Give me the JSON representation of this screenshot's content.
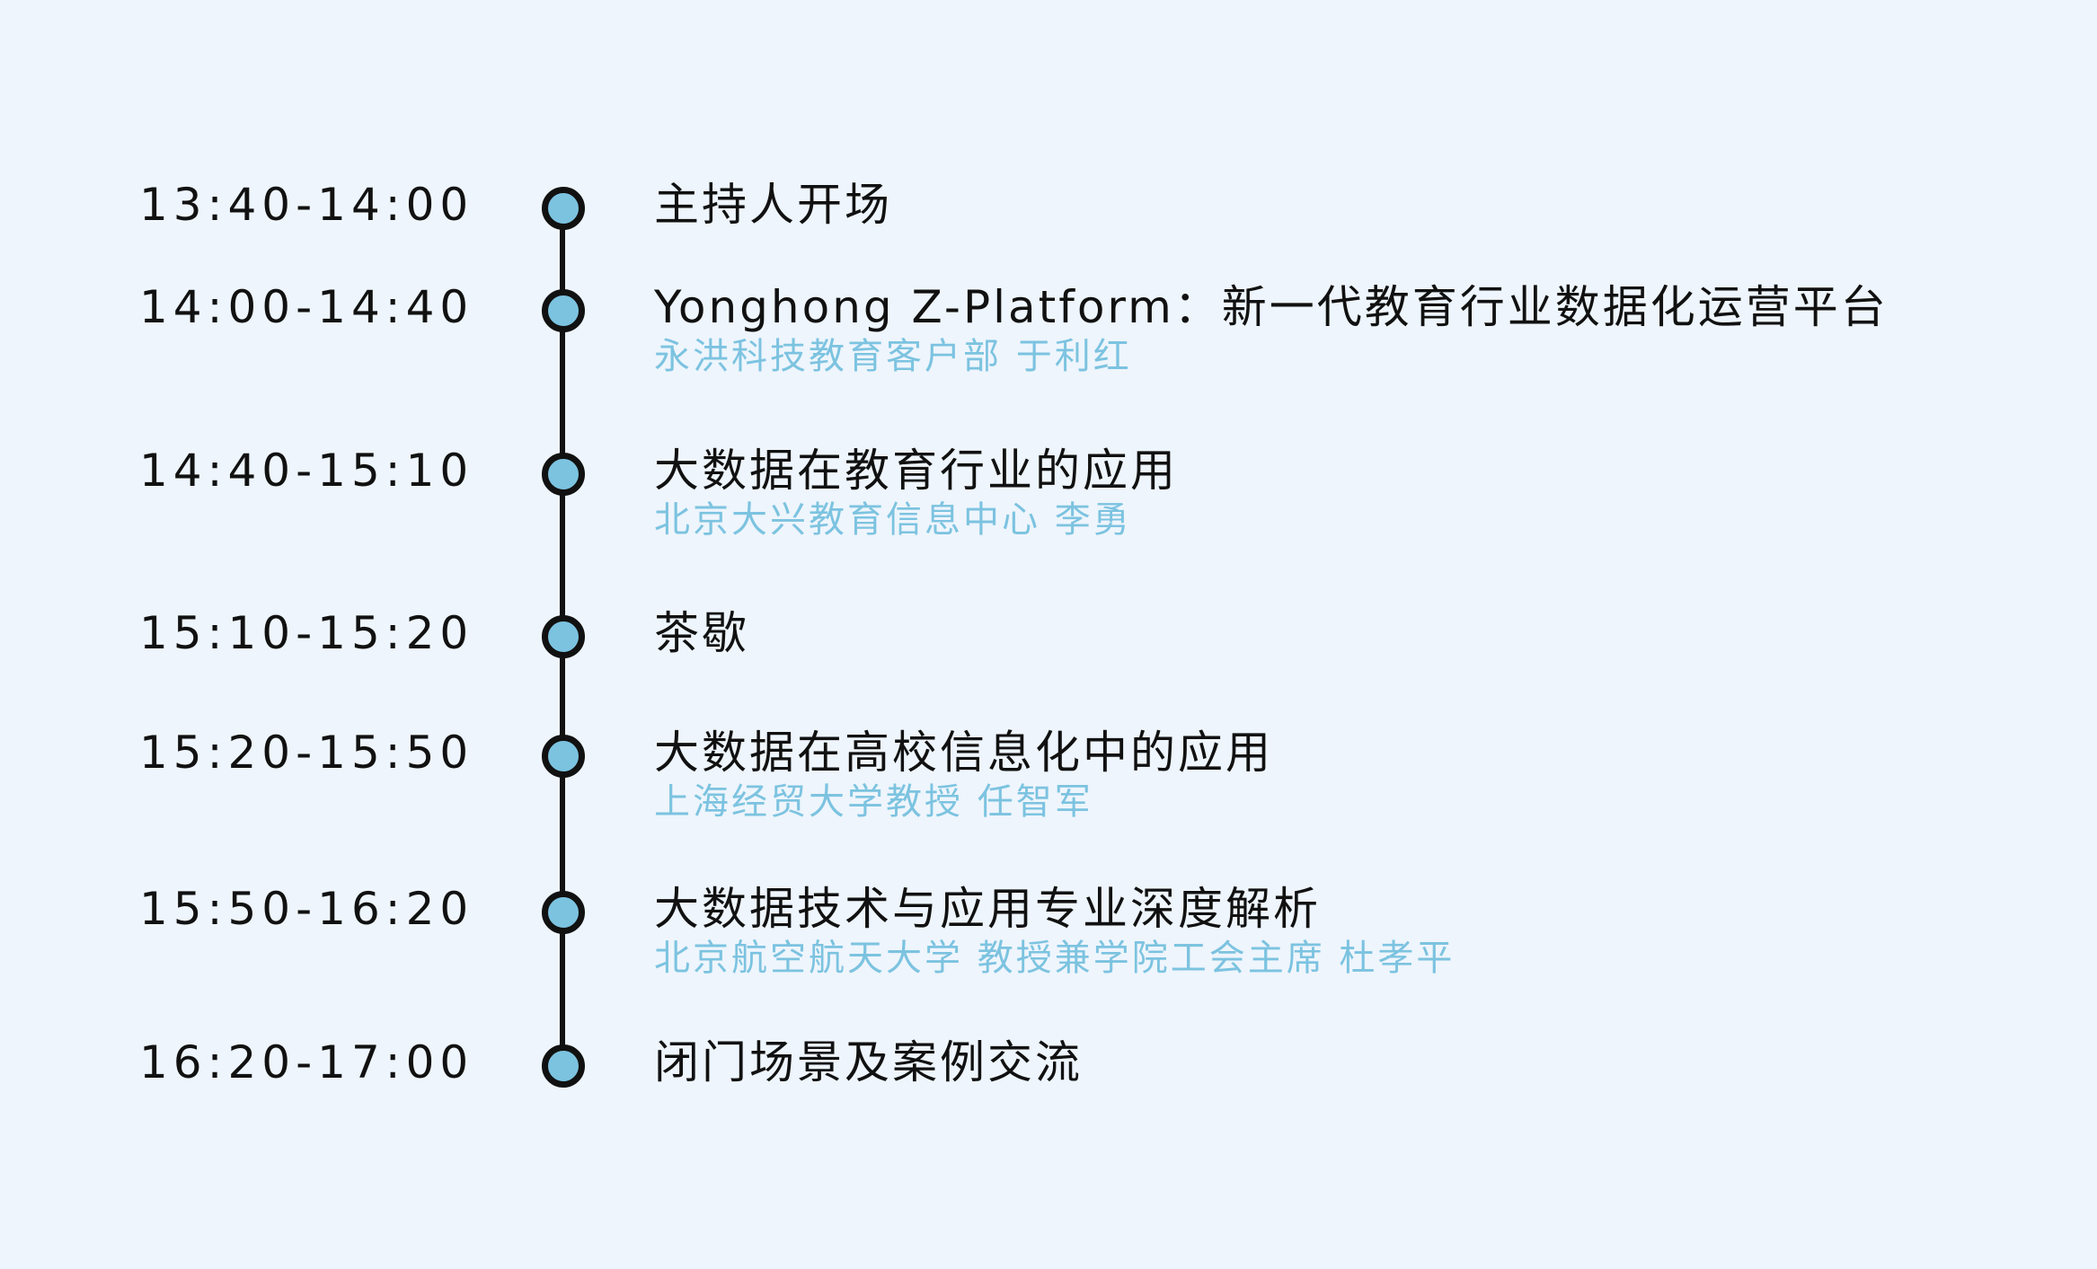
{
  "colors": {
    "background": "#eef5fc",
    "text": "#111111",
    "accent": "#7cc3e0"
  },
  "schedule": [
    {
      "time": "13:40-14:00",
      "title": "主持人开场",
      "speaker": ""
    },
    {
      "time": "14:00-14:40",
      "title": "Yonghong Z-Platform：新一代教育行业数据化运营平台",
      "speaker": "永洪科技教育客户部  于利红"
    },
    {
      "time": "14:40-15:10",
      "title": "大数据在教育行业的应用",
      "speaker": "北京大兴教育信息中心  李勇"
    },
    {
      "time": "15:10-15:20",
      "title": "茶歇",
      "speaker": ""
    },
    {
      "time": "15:20-15:50",
      "title": "大数据在高校信息化中的应用",
      "speaker": "上海经贸大学教授  任智军"
    },
    {
      "time": "15:50-16:20",
      "title": "大数据技术与应用专业深度解析",
      "speaker": "北京航空航天大学  教授兼学院工会主席  杜孝平"
    },
    {
      "time": "16:20-17:00",
      "title": "闭门场景及案例交流",
      "speaker": ""
    }
  ]
}
